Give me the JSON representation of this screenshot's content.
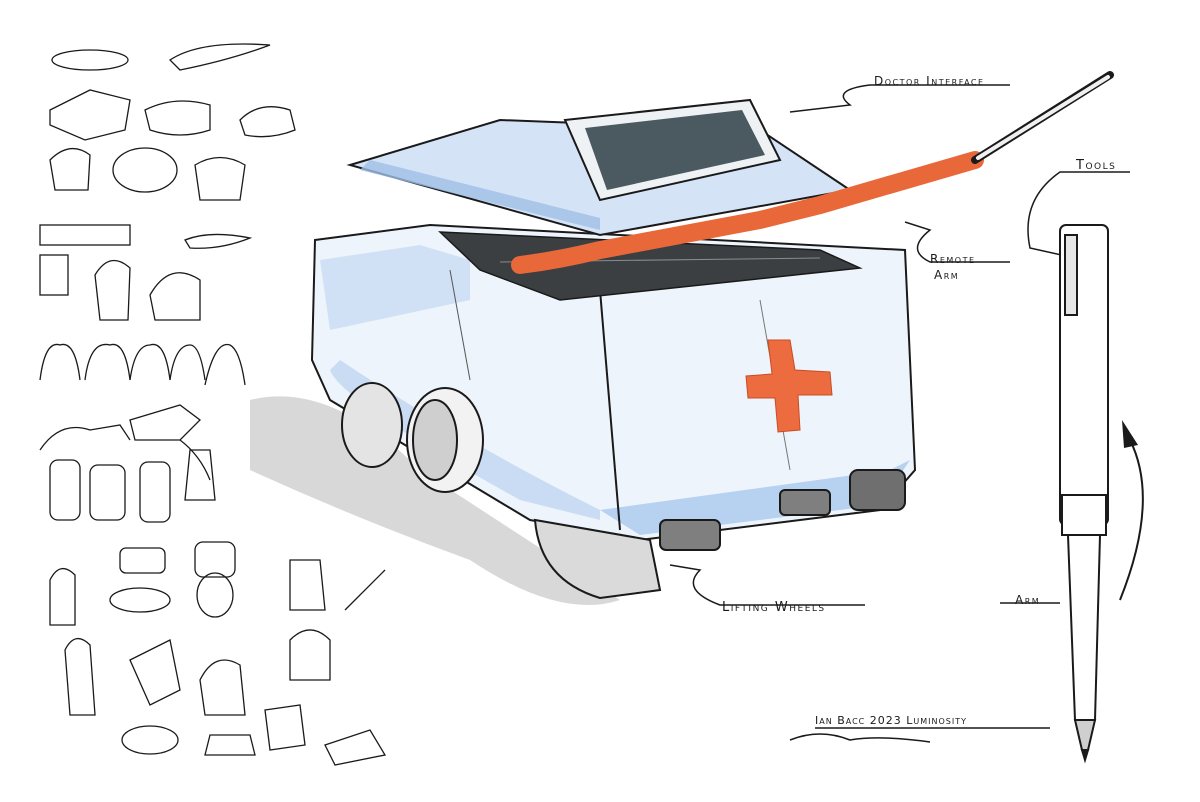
{
  "labels": {
    "doctor_interface": "Doctor Interface",
    "remote_arm_1": "Remote",
    "remote_arm_2": "Arm",
    "tools": "Tools",
    "lifting_wheels": "Lifting Wheels",
    "arm": "Arm",
    "signature": "Ian Bacc 2023 Luminosity"
  },
  "colors": {
    "ink": "#1a1a1a",
    "body_blue": "#bcd4f0",
    "accent_orange": "#e9683a",
    "screen": "#4b5a60",
    "shadow": "#9a9a9a"
  }
}
